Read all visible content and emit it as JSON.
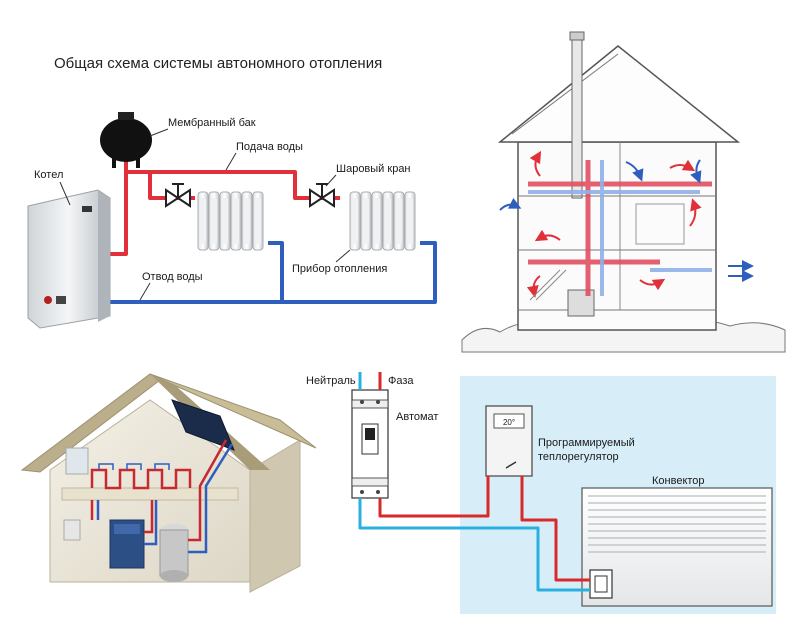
{
  "title": "Общая схема системы автономного отопления",
  "boiler_diagram": {
    "boiler_label": "Котел",
    "tank_label": "Мембранный бак",
    "supply_label": "Подача воды",
    "valve_label": "Шаровый кран",
    "return_label": "Отвод воды",
    "radiator_label": "Прибор отопления"
  },
  "electric_diagram": {
    "neutral_label": "Нейтраль",
    "phase_label": "Фаза",
    "breaker_label": "Автомат",
    "thermostat_label_line1": "Программируемый",
    "thermostat_label_line2": "теплорегулятор",
    "thermostat_display": "20°",
    "convector_label": "Конвектор"
  },
  "colors": {
    "supply": "#e0303a",
    "return": "#2e5fbf",
    "cold_line": "#2ab0e0",
    "panel_bg": "#d7eef8",
    "roof": "#b9ab86"
  }
}
